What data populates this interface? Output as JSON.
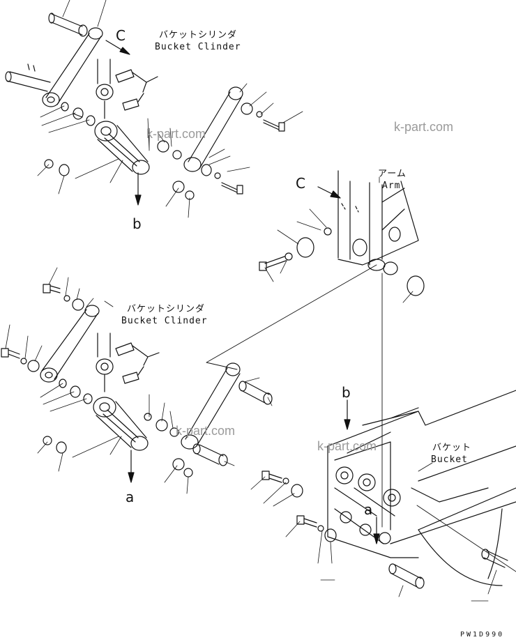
{
  "labels": {
    "bucket_cyl_jp": "バケットシリンダ",
    "bucket_cyl_en": "Bucket Clinder",
    "arm_jp": "アーム",
    "arm_en": "Arm",
    "bucket_jp": "バケット",
    "bucket_en": "Bucket",
    "ref_a": "a",
    "ref_b": "b",
    "ref_c": "C"
  },
  "watermark": "k-part.com",
  "drawing_code": "PW1D990",
  "colors": {
    "line": "#111111",
    "watermark": "#9a9a9a",
    "background": "#ffffff"
  }
}
